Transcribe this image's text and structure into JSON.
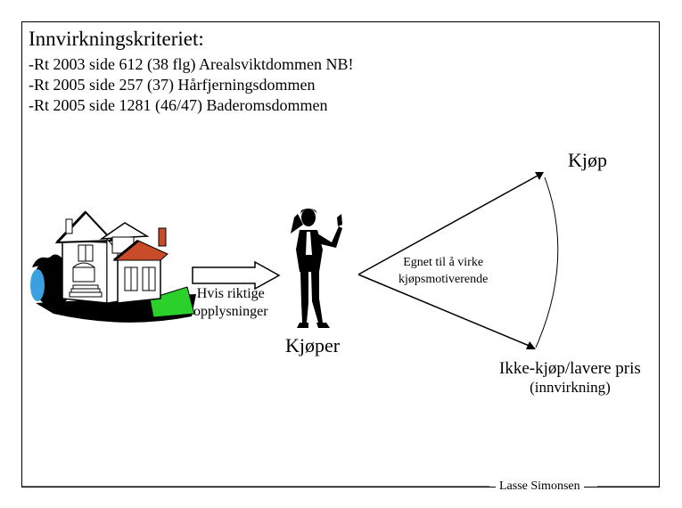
{
  "title": "Innvirkningskriteriet:",
  "references": [
    "-Rt 2003 side 612 (38 flg) Arealsviktdommen NB!",
    "-Rt 2005 side 257 (37) Hårfjerningsdommen",
    "-Rt 2005 side 1281 (46/47) Baderomsdommen"
  ],
  "diagram": {
    "arrow_label_line1": "Hvis riktige",
    "arrow_label_line2": "opplysninger",
    "buyer_label": "Kjøper",
    "branch_label_line1": "Egnet til å virke",
    "branch_label_line2": "kjøpsmotiverende",
    "outcome_buy": "Kjøp",
    "outcome_no_buy_line1": "Ikke-kjøp/lavere pris",
    "outcome_no_buy_line2": "(innvirkning)"
  },
  "footer": {
    "author": "Lasse Simonsen"
  },
  "icons": [
    "house-illustration",
    "person-on-phone-illustration"
  ]
}
